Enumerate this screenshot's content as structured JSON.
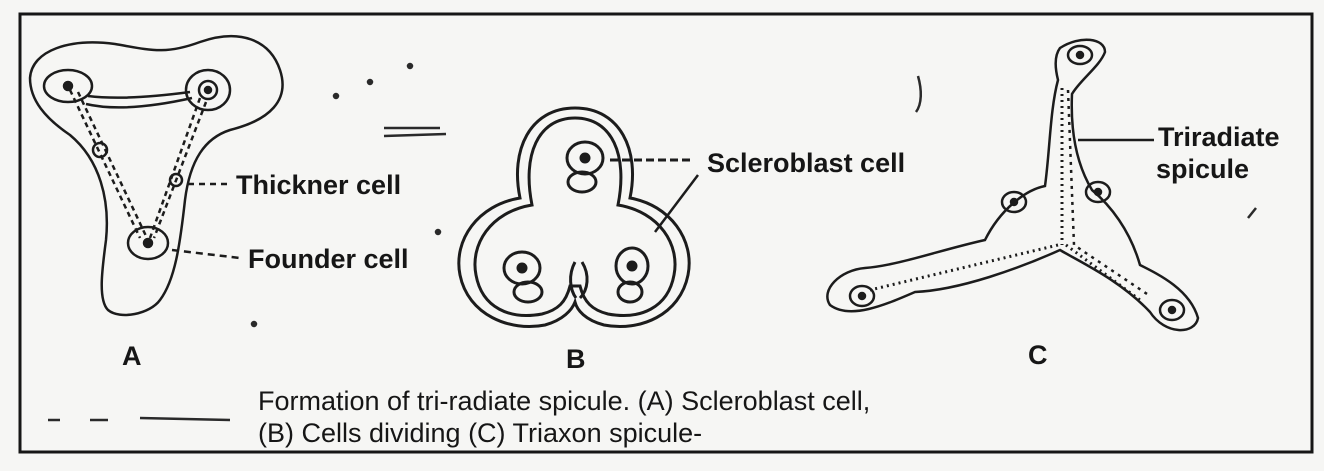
{
  "panels": {
    "a": {
      "letter": "A",
      "labels": {
        "thickener": "Thickner cell",
        "founder": "Founder cell"
      }
    },
    "b": {
      "letter": "B",
      "labels": {
        "scleroblast": "Scleroblast cell"
      }
    },
    "c": {
      "letter": "C",
      "labels": {
        "triradiate_line1": "Triradiate",
        "triradiate_line2": "spicule"
      }
    }
  },
  "caption": {
    "line1": "Formation of  tri-radiate spicule. (A) Scleroblast cell,",
    "line2": "(B) Cells dividing (C) Triaxon spicule-"
  },
  "colors": {
    "ink": "#161616",
    "paper": "#f6f6f4"
  }
}
